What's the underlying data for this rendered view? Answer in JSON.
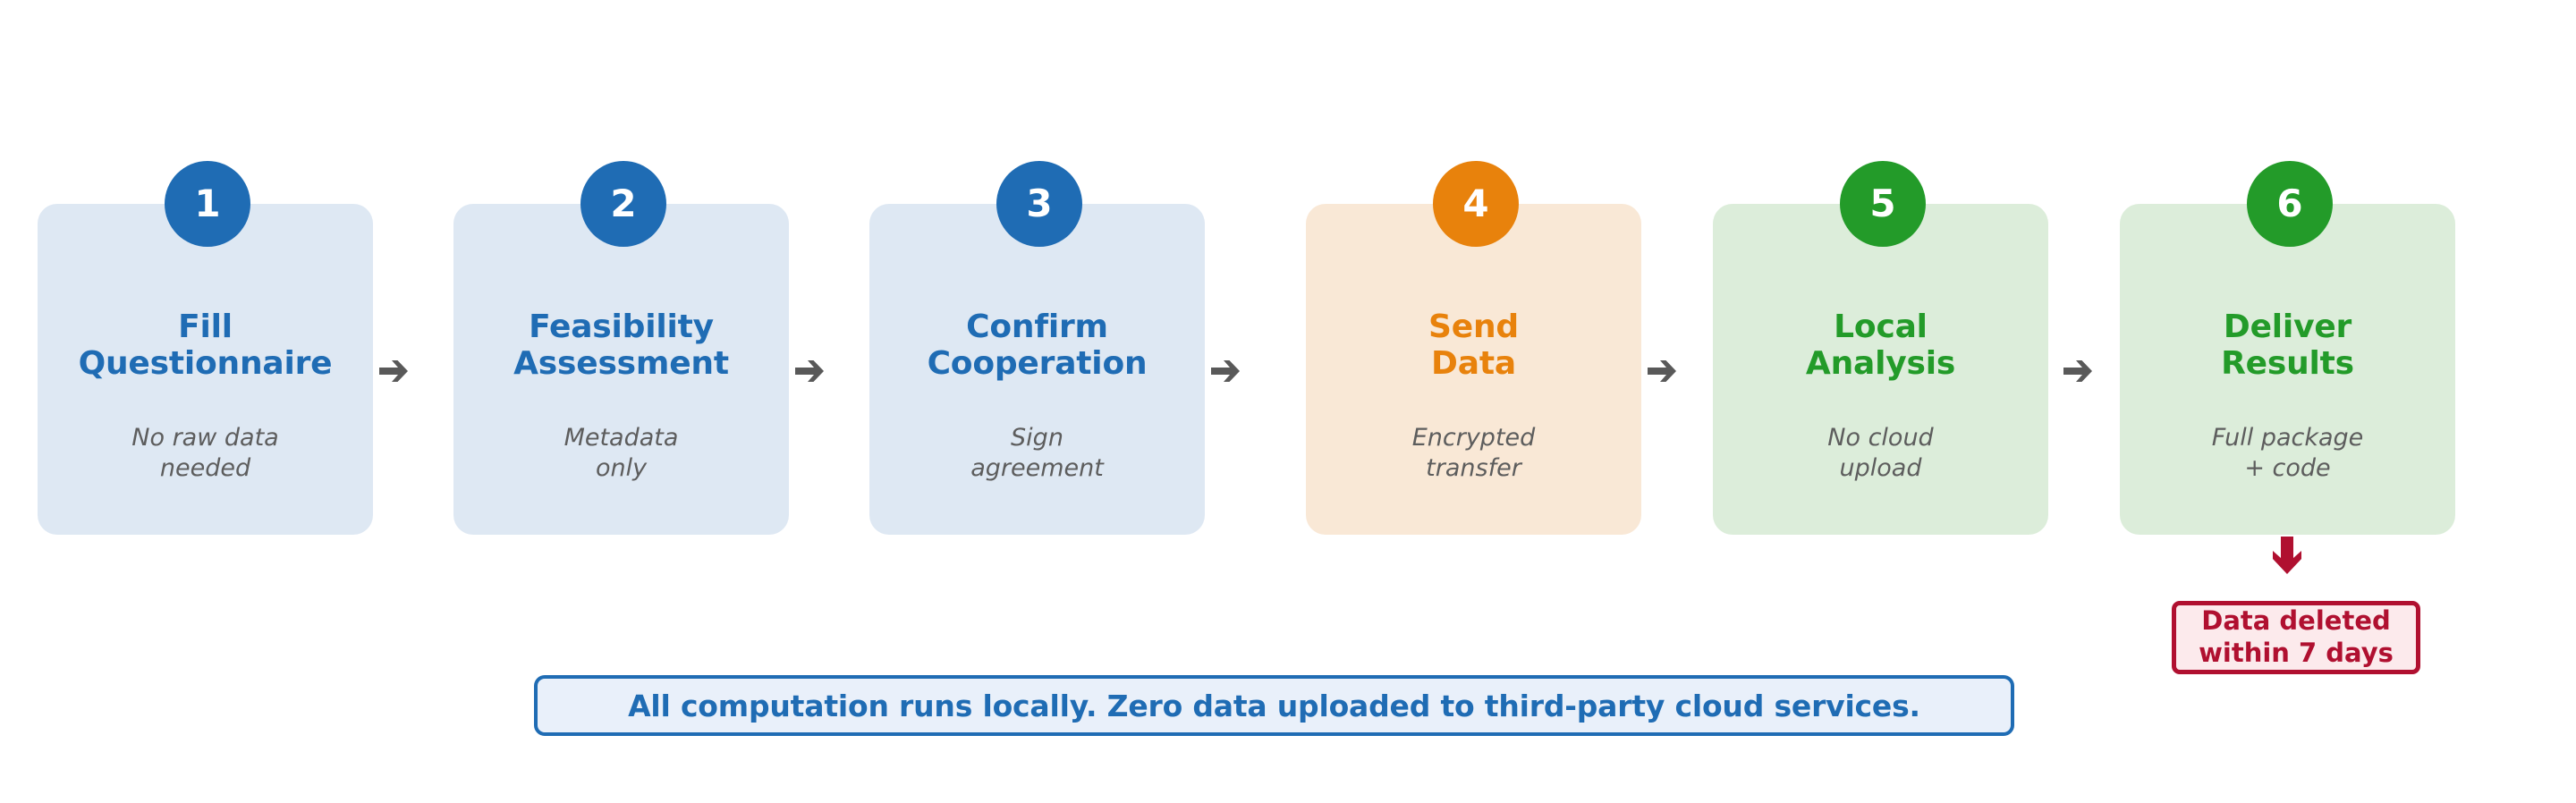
{
  "diagram": {
    "type": "process-flow",
    "colors": {
      "blue_accent": "#1f6cb4",
      "blue_fill": "#dee8f3",
      "orange_accent": "#e8820c",
      "orange_fill": "#f9e8d6",
      "green_accent": "#239b29",
      "green_fill": "#dcedda",
      "red_accent": "#b01030",
      "red_fill": "#fceaec",
      "arrow_gray": "#595959",
      "note_gray": "#5d5d5d"
    },
    "steps": [
      {
        "number": "1",
        "title": "Fill\nQuestionnaire",
        "note": "No raw data\nneeded",
        "theme": "blue"
      },
      {
        "number": "2",
        "title": "Feasibility\nAssessment",
        "note": "Metadata\nonly",
        "theme": "blue"
      },
      {
        "number": "3",
        "title": "Confirm\nCooperation",
        "note": "Sign\nagreement",
        "theme": "blue"
      },
      {
        "number": "4",
        "title": "Send\nData",
        "note": "Encrypted\ntransfer",
        "theme": "orange"
      },
      {
        "number": "5",
        "title": "Local\nAnalysis",
        "note": "No cloud\nupload",
        "theme": "green"
      },
      {
        "number": "6",
        "title": "Deliver\nResults",
        "note": "Full package\n+ code",
        "theme": "green"
      }
    ],
    "connectors": {
      "between_steps_icon": "arrow-right-icon",
      "to_deletion_icon": "arrow-down-icon",
      "count": 5
    },
    "deletion_notice": {
      "text": "Data deleted\nwithin 7 days"
    },
    "banner": {
      "text": "All computation runs locally. Zero data uploaded to third-party cloud services."
    }
  }
}
